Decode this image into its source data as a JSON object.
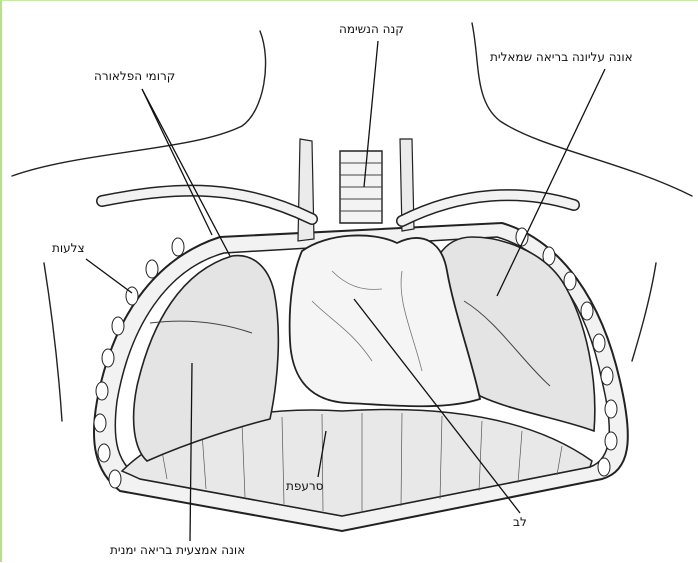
{
  "labels": {
    "trachea": "קנה הנשימה",
    "left_upper_lobe": "אונה עליונה בריאה שמאלית",
    "pleura_membranes": "קרומי הפלאורה",
    "ribs": "צלעות",
    "diaphragm": "סרעפת",
    "heart": "לב",
    "right_middle_lobe": "אונה אמצעית בריאה ימנית"
  }
}
